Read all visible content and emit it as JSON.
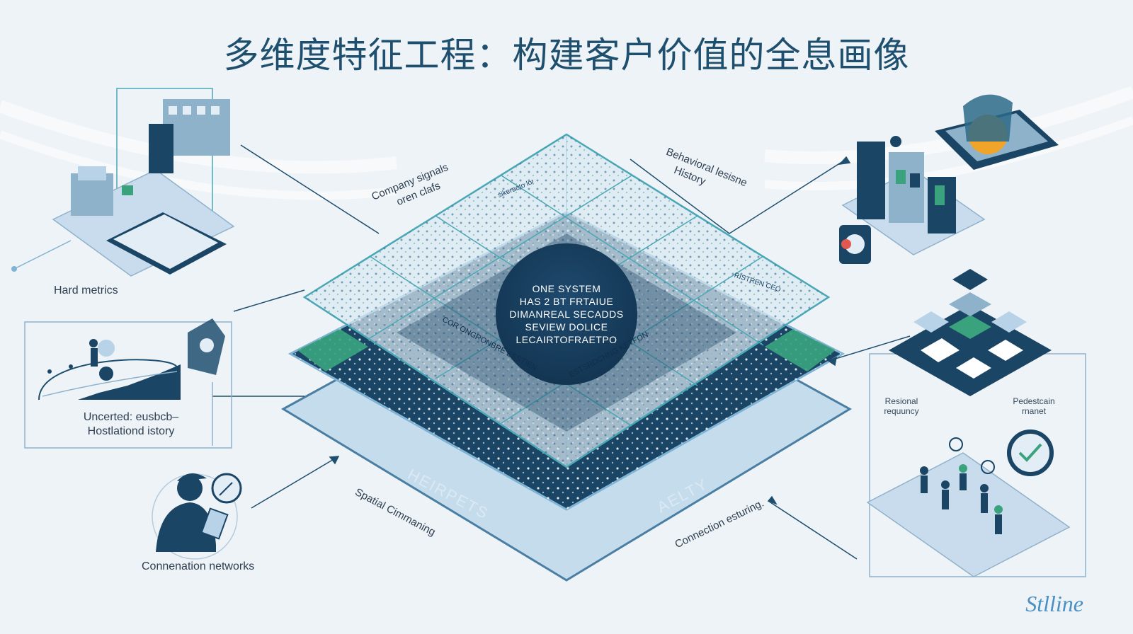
{
  "title": "多维度特征工程：构建客户价值的全息画像",
  "core": {
    "lines": [
      "ONE SYSTEM",
      "HAS 2 BT FRTAIUE",
      "DIMANREAL SECADDS",
      "SEVIEW DOLICE",
      "LECAIRTOFRAETPO"
    ]
  },
  "left_labels": {
    "hard_metrics": "Hard metrics",
    "history_line1": "Uncerted: eusbcb–",
    "history_line2": "Hostlationd istory",
    "connection_networks": "Connenation networks"
  },
  "diagram_labels": {
    "company_signals_line1": "Company signals",
    "company_signals_line2": "oren clafs",
    "behavioral_line1": "Behavioral lesisne",
    "behavioral_line2": "History",
    "spatial": "Spatial Cimmaning",
    "connection_esturing": "Connection esturing.",
    "layer_left": "HEIRPETS",
    "layer_right": "AELTY",
    "tile_top_left": "sikeraeto lor",
    "tile_top_right": "RISTREN CEO",
    "tile_mid_left": "COR ONGRONBRE ESSTIEN",
    "tile_mid_right": "ESTSRDCHNG KETFON"
  },
  "right_labels": {
    "regional_line1": "Resional",
    "regional_line2": "requuncy",
    "pedestrian_line1": "Pedestcain",
    "pedestrian_line2": "rnanet"
  },
  "brand": "Stlline",
  "colors": {
    "navy": "#1a4565",
    "teal": "#3aa37e",
    "light_blue": "#b8d3e8",
    "outline": "#4aa7b5"
  }
}
